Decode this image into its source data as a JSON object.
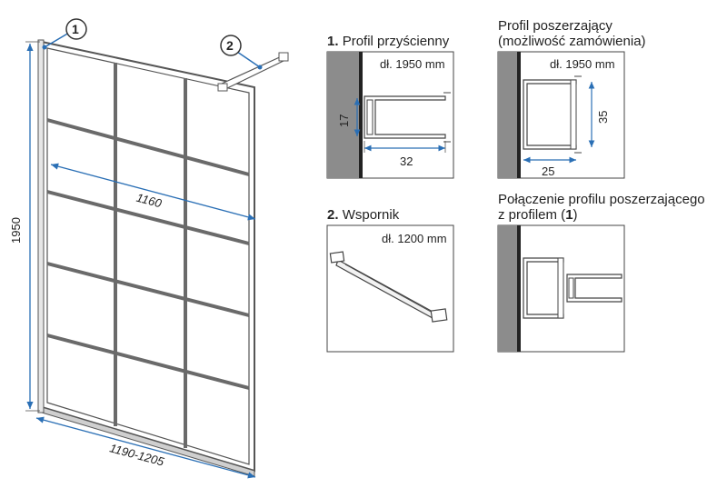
{
  "callouts": {
    "c1": "1",
    "c2": "2"
  },
  "main_dims": {
    "height": "1950",
    "inner_width": "1160",
    "width_range": "1190-1205"
  },
  "panel1": {
    "num": "1.",
    "title": "Profil przyścienny",
    "length": "dł. 1950 mm",
    "dim_a": "17",
    "dim_b": "32"
  },
  "panel2": {
    "title_line1": "Profil poszerzający",
    "title_line2": "(możliwość zamówienia)",
    "length": "dł. 1950 mm",
    "dim_a": "35",
    "dim_b": "25"
  },
  "panel3": {
    "num": "2.",
    "title": "Wspornik",
    "length": "dł. 1200 mm"
  },
  "panel4": {
    "title_line1": "Połączenie profilu poszerzającego",
    "title_line2_prefix": "z profilem (",
    "title_line2_num": "1",
    "title_line2_suffix": ")"
  },
  "colors": {
    "frame": "#555555",
    "wall": "#8c8c8c",
    "dim_line": "#2a6fb5",
    "outline": "#444444"
  }
}
